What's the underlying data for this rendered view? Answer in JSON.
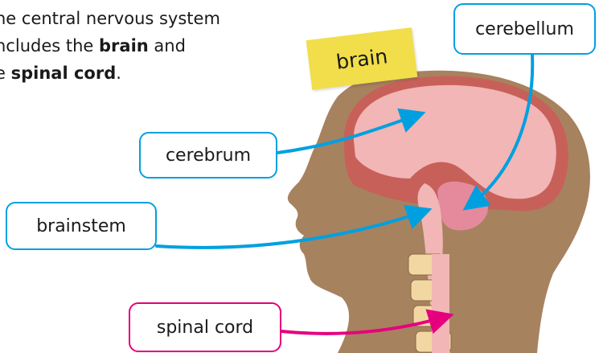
{
  "intro": {
    "line1": "he central nervous system",
    "line2_pre": "ncludes the ",
    "line2_bold": "brain",
    "line2_post": " and",
    "line3_pre": "e ",
    "line3_bold": "spinal cord",
    "line3_post": "."
  },
  "labels": {
    "brain": "brain",
    "cerebellum": "cerebellum",
    "cerebrum": "cerebrum",
    "brainstem": "brainstem",
    "spinal_cord": "spinal cord"
  },
  "colors": {
    "label_border": "#00a0e0",
    "spinal_border": "#e5007e",
    "arrow_blue": "#00a0e0",
    "arrow_pink": "#e5007e",
    "sticky_note": "#f1de4a",
    "skin": "#a7825f",
    "brain": "#f1b6b5",
    "brain_outer": "#c8605a"
  }
}
